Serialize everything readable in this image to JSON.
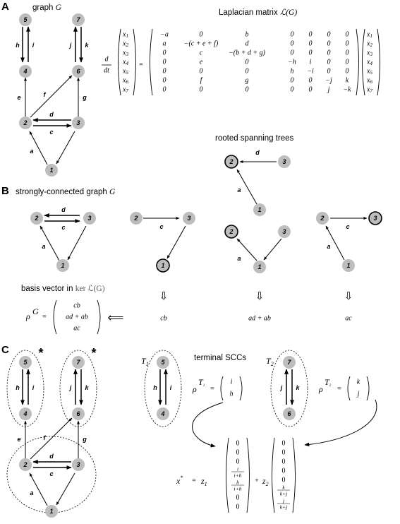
{
  "panels": {
    "A": {
      "letter": "A",
      "graph_title_pre": "graph",
      "graph_title_sym": "G",
      "matrix_title_pre": "Laplacian matrix",
      "matrix_title_sym": "ℒ(G)",
      "deriv_d": "d",
      "deriv_dt": "dt",
      "equals": "=",
      "vector": [
        "x1",
        "x2",
        "x3",
        "x4",
        "x5",
        "x6",
        "x7"
      ],
      "matrix": [
        [
          "−a",
          "0",
          "b",
          "0",
          "0",
          "0",
          "0"
        ],
        [
          "a",
          "−(c + e + f)",
          "d",
          "0",
          "0",
          "0",
          "0"
        ],
        [
          "0",
          "c",
          "−(b + d + g)",
          "0",
          "0",
          "0",
          "0"
        ],
        [
          "0",
          "e",
          "0",
          "−h",
          "i",
          "0",
          "0"
        ],
        [
          "0",
          "0",
          "0",
          "h",
          "−i",
          "0",
          "0"
        ],
        [
          "0",
          "f",
          "g",
          "0",
          "0",
          "−j",
          "k"
        ],
        [
          "0",
          "0",
          "0",
          "0",
          "0",
          "j",
          "−k"
        ]
      ],
      "nodes": [
        "1",
        "2",
        "3",
        "4",
        "5",
        "6",
        "7"
      ],
      "edges": [
        "a",
        "c",
        "d",
        "e",
        "f",
        "g",
        "h",
        "i",
        "j",
        "k"
      ]
    },
    "B": {
      "letter": "B",
      "title_pre": "strongly-connected graph",
      "title_sym": "G",
      "trees_title": "rooted spanning trees",
      "basis_pre": "basis vector in",
      "basis_sym": "ker ℒ(G)",
      "rho": "ρ",
      "rho_sup": "G",
      "equals": "=",
      "rho_entries": [
        "cb",
        "ad + ab",
        "ac"
      ],
      "tree_sums": [
        "cb",
        "ad + ab",
        "ac"
      ],
      "arrow": "⟸",
      "down_arrow": "⇩"
    },
    "C": {
      "letter": "C",
      "star": "*",
      "terminal_title": "terminal SCCs",
      "T1": "T",
      "T1_sub": "1",
      "T2": "T",
      "T2_sub": "2",
      "rho": "ρ",
      "rho_T1_sup": "T",
      "rho_T1_subsup": "1",
      "rho_T2_subsup": "2",
      "rho_T1": [
        "i",
        "h"
      ],
      "rho_T2": [
        "k",
        "j"
      ],
      "xstar": "x",
      "xstar_sup": "*",
      "z1": "z",
      "z1_sub": "1",
      "z2_sub": "2",
      "plus": "+",
      "v1": [
        "0",
        "0",
        "0",
        "i",
        "i+h",
        "h",
        "i+h",
        "0",
        "0"
      ],
      "v2": [
        "0",
        "0",
        "0",
        "0",
        "0",
        "k",
        "k+j",
        "j",
        "k+j"
      ]
    }
  }
}
